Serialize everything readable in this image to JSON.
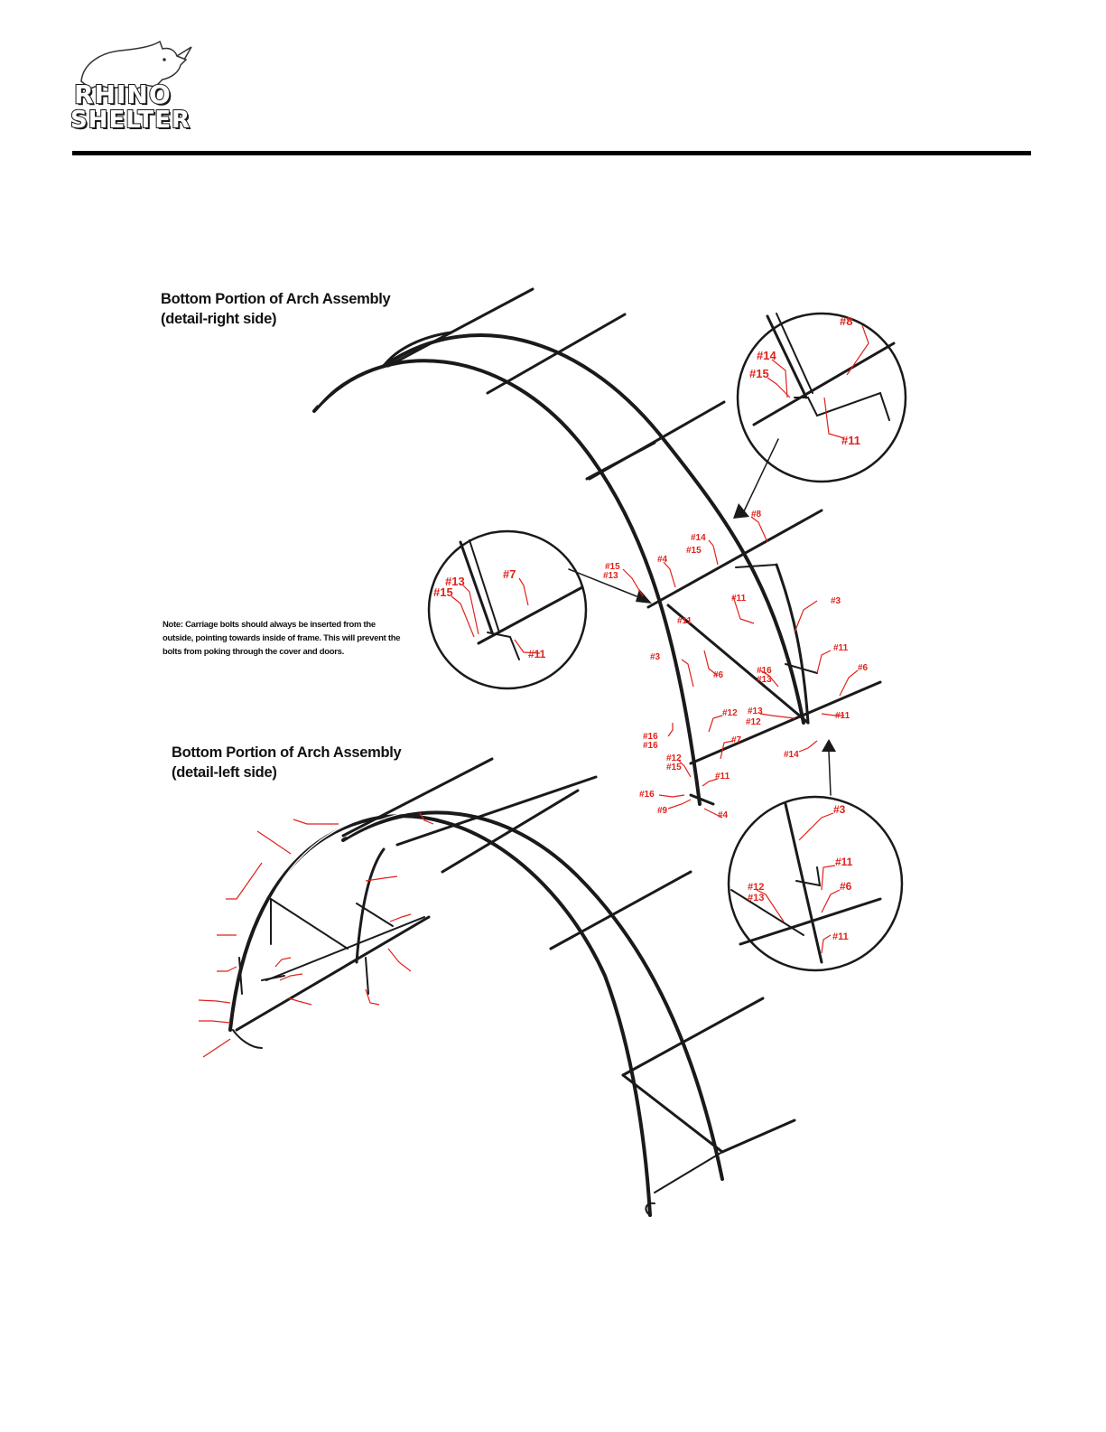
{
  "brand": {
    "line1": "RHINO",
    "line2": "SHELTER"
  },
  "headings": {
    "right": [
      "Bottom Portion of Arch Assembly",
      "(detail-right side)"
    ],
    "left": [
      "Bottom Portion of Arch Assembly",
      "(detail-left side)"
    ]
  },
  "note": "Note: Carriage bolts should always be inserted from the outside, pointing towards inside of frame. This will prevent the bolts from poking through the cover and doors.",
  "colors": {
    "frame": "#1a1a1a",
    "labels": "#e0221b",
    "rule": "#000000"
  },
  "callouts": {
    "detail_top": [
      "#8",
      "#14",
      "#15",
      "#11"
    ],
    "detail_middle": [
      "#7",
      "#13",
      "#15",
      "#11"
    ],
    "detail_bottom": [
      "#3",
      "#11",
      "#12",
      "#13",
      "#6",
      "#11"
    ],
    "right_side": [
      "#8",
      "#14",
      "#15",
      "#4",
      "#15",
      "#13",
      "#11",
      "#11",
      "#3",
      "#3",
      "#11",
      "#6",
      "#6",
      "#16",
      "#13",
      "#12",
      "#13",
      "#12",
      "#11",
      "#7",
      "#14",
      "#16",
      "#16",
      "#12",
      "#15",
      "#11",
      "#16",
      "#9",
      "#4"
    ]
  }
}
